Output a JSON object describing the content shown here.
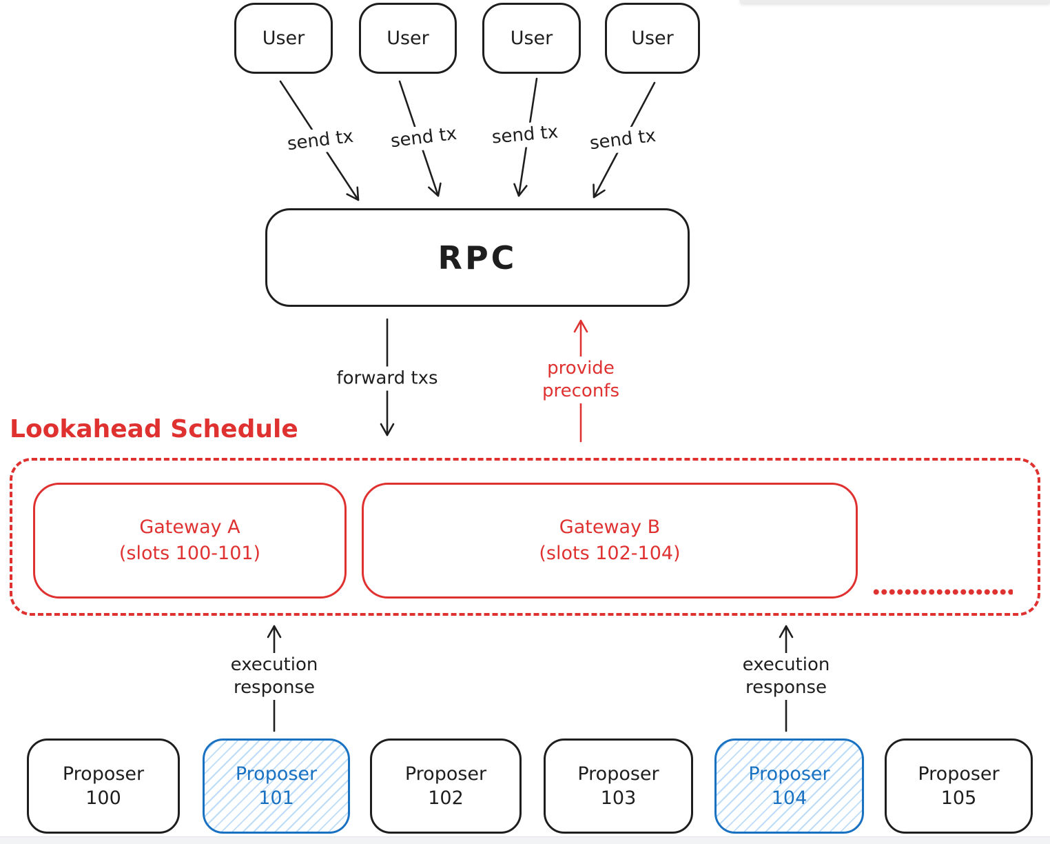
{
  "colors": {
    "stroke_black": "#1e1e1e",
    "accent_red": "#e03131",
    "accent_blue": "#1971c2",
    "blue_hatch_fill": "#bcdcf8"
  },
  "users": {
    "labels": [
      "User",
      "User",
      "User",
      "User"
    ]
  },
  "rpc": {
    "label": "RPC"
  },
  "flows": {
    "send_tx": [
      "send tx",
      "send tx",
      "send tx",
      "send tx"
    ],
    "forward_txs": "forward txs",
    "provide_preconfs": [
      "provide",
      "preconfs"
    ],
    "execution_response": [
      "execution",
      "response"
    ]
  },
  "lookahead": {
    "title": "Lookahead Schedule",
    "gateways": [
      {
        "name": "Gateway A",
        "slots": "(slots 100-101)"
      },
      {
        "name": "Gateway B",
        "slots": "(slots 102-104)"
      }
    ]
  },
  "proposers": [
    {
      "label": "Proposer",
      "number": "100",
      "highlighted": false
    },
    {
      "label": "Proposer",
      "number": "101",
      "highlighted": true
    },
    {
      "label": "Proposer",
      "number": "102",
      "highlighted": false
    },
    {
      "label": "Proposer",
      "number": "103",
      "highlighted": false
    },
    {
      "label": "Proposer",
      "number": "104",
      "highlighted": true
    },
    {
      "label": "Proposer",
      "number": "105",
      "highlighted": false
    }
  ]
}
